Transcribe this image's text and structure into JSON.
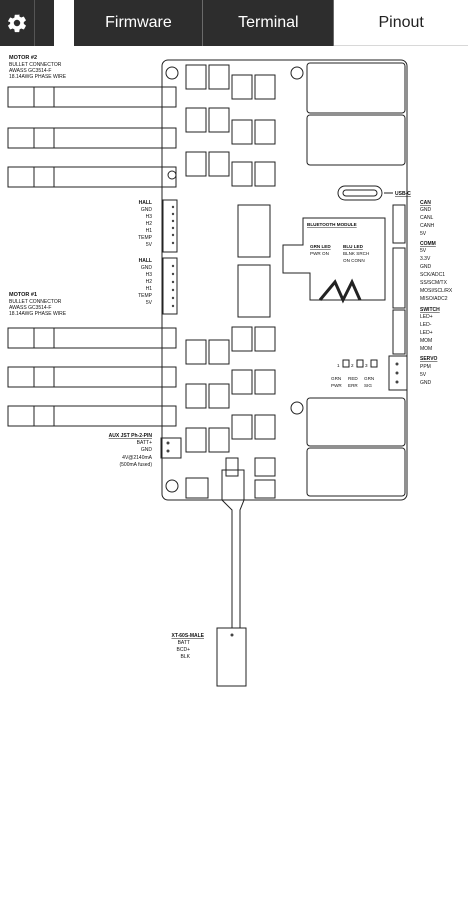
{
  "tabs": [
    {
      "label": "Firmware"
    },
    {
      "label": "Terminal"
    },
    {
      "label": "Pinout"
    }
  ],
  "active_tab": "Pinout",
  "icons": {
    "settings": "gear-icon"
  },
  "pinout": {
    "motor2": {
      "title": "MOTOR #2",
      "line1": "BULLET CONNECTOR",
      "line2": "AWASS GC3514-F",
      "line3": "18.14AWG PHASE WIRE"
    },
    "motor1": {
      "title": "MOTOR #1",
      "line1": "BULLET CONNECTOR",
      "line2": "AWASS GC3514-F",
      "line3": "18.14AWG PHASE WIRE"
    },
    "hall1": {
      "title": "HALL",
      "pins": [
        "GND",
        "H3",
        "H2",
        "H1",
        "TEMP",
        "5V"
      ]
    },
    "hall2": {
      "title": "HALL",
      "pins": [
        "GND",
        "H3",
        "H2",
        "H1",
        "TEMP",
        "5V"
      ]
    },
    "aux": {
      "title": "AUX JST Ph-2-PIN",
      "pins": [
        "BATT+",
        "GND"
      ],
      "note1": "4V@2140mA",
      "note2": "(500mA fused)"
    },
    "xt60": {
      "title": "XT-60S-MALE",
      "pins": [
        "BATT",
        "BCD+",
        "BLK"
      ]
    },
    "usbc": {
      "title": "USB-C"
    },
    "can": {
      "title": "CAN",
      "pins": [
        "GND",
        "CANL",
        "CANH",
        "5V"
      ]
    },
    "comm": {
      "title": "COMM",
      "pins": [
        "5V",
        "3.3V",
        "GND",
        "SCK/ADC1",
        "SS/SCM/TX",
        "MOSI/SCL/RX",
        "MISO/ADC2"
      ]
    },
    "switch": {
      "title": "SWITCH",
      "pins": [
        "LED+",
        "LED-",
        "LED+",
        "MOM",
        "MOM"
      ]
    },
    "servo": {
      "title": "SERVO",
      "pins": [
        "PPM",
        "5V",
        "GND"
      ]
    },
    "bluetooth": {
      "title": "BLUETOOTH MODULE",
      "grn_label": "GRN LED",
      "grn_desc": "PWR ON",
      "blu_label": "BLU LED",
      "blu_desc1": "BLNK SRCH",
      "blu_desc2": "ON CONN"
    },
    "leds": [
      {
        "num": "1",
        "color": "GRN",
        "desc": "PWR"
      },
      {
        "num": "2",
        "color": "RED",
        "desc": "ERR"
      },
      {
        "num": "3",
        "color": "GRN",
        "desc": "SIG"
      }
    ]
  }
}
